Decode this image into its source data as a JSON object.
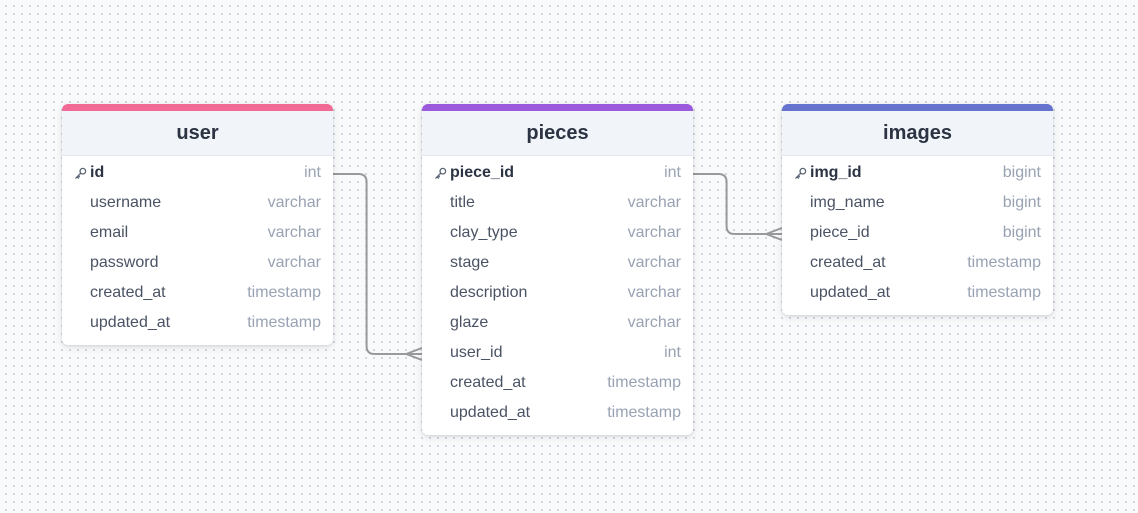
{
  "diagram": {
    "colors": {
      "user": "#f06a95",
      "pieces": "#9b59db",
      "images": "#6573cf",
      "connector": "#9a9a9a"
    },
    "tables": [
      {
        "name": "user",
        "fields": [
          {
            "name": "id",
            "type": "int",
            "pk": true
          },
          {
            "name": "username",
            "type": "varchar"
          },
          {
            "name": "email",
            "type": "varchar"
          },
          {
            "name": "password",
            "type": "varchar"
          },
          {
            "name": "created_at",
            "type": "timestamp"
          },
          {
            "name": "updated_at",
            "type": "timestamp"
          }
        ]
      },
      {
        "name": "pieces",
        "fields": [
          {
            "name": "piece_id",
            "type": "int",
            "pk": true
          },
          {
            "name": "title",
            "type": "varchar"
          },
          {
            "name": "clay_type",
            "type": "varchar"
          },
          {
            "name": "stage",
            "type": "varchar"
          },
          {
            "name": "description",
            "type": "varchar"
          },
          {
            "name": "glaze",
            "type": "varchar"
          },
          {
            "name": "user_id",
            "type": "int"
          },
          {
            "name": "created_at",
            "type": "timestamp"
          },
          {
            "name": "updated_at",
            "type": "timestamp"
          }
        ]
      },
      {
        "name": "images",
        "fields": [
          {
            "name": "img_id",
            "type": "bigint",
            "pk": true
          },
          {
            "name": "img_name",
            "type": "bigint"
          },
          {
            "name": "piece_id",
            "type": "bigint"
          },
          {
            "name": "created_at",
            "type": "timestamp"
          },
          {
            "name": "updated_at",
            "type": "timestamp"
          }
        ]
      }
    ],
    "relations": [
      {
        "from_table": "user",
        "from_field": "id",
        "to_table": "pieces",
        "to_field": "user_id",
        "type": "one-to-many"
      },
      {
        "from_table": "pieces",
        "from_field": "piece_id",
        "to_table": "images",
        "to_field": "piece_id",
        "type": "one-to-many"
      }
    ]
  }
}
